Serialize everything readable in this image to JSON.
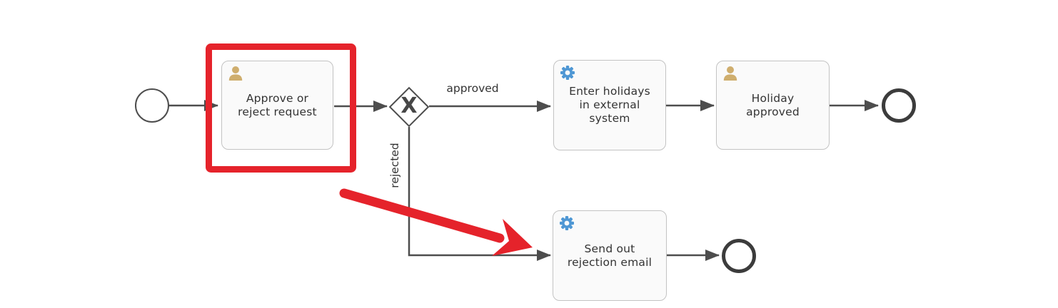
{
  "diagram": {
    "type": "bpmn-process",
    "tasks": [
      {
        "label": "Approve or\nreject request",
        "type": "user-task"
      },
      {
        "label": "Enter holidays\nin external\nsystem",
        "type": "service-task"
      },
      {
        "label": "Holiday\napproved",
        "type": "user-task"
      },
      {
        "label": "Send out\nrejection email",
        "type": "service-task"
      }
    ],
    "gateway": {
      "type": "exclusive",
      "symbol": "X"
    },
    "flows": {
      "approved_label": "approved",
      "rejected_label": "rejected"
    },
    "colors": {
      "connector": "#4d4d4d",
      "task_fill": "#fafafa",
      "task_border": "#c3c3c3",
      "text": "#333333",
      "user_icon": "#cfae6e",
      "service_icon": "#4e97d4",
      "highlight_red": "#e5232b"
    }
  }
}
